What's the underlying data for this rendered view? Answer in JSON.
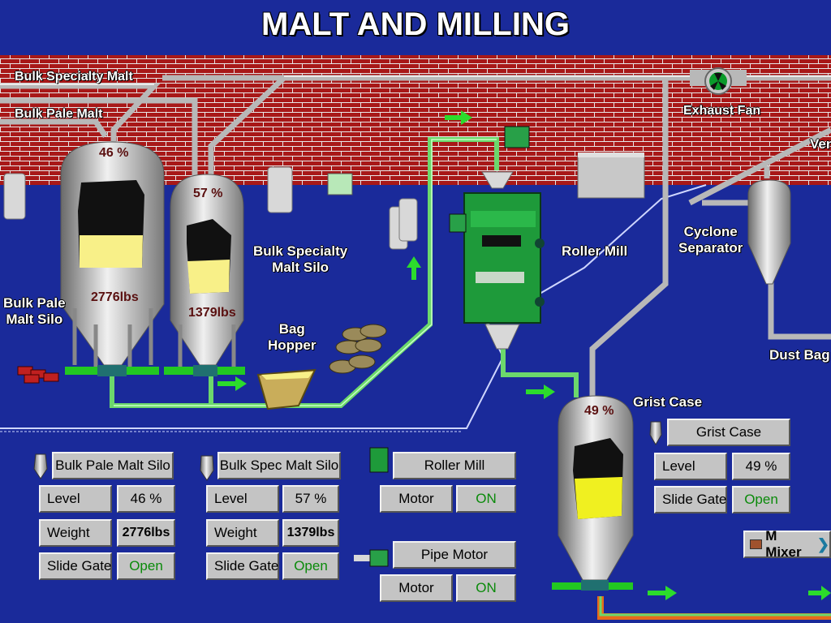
{
  "title": "MALT AND MILLING",
  "scene_labels": {
    "bulk_specialty_malt": "Bulk Specialty Malt",
    "bulk_pale_malt": "Bulk Pale Malt",
    "exhaust_fan": "Exhaust Fan",
    "vent": "Ven",
    "bulk_pale_silo_line1": "Bulk Pale",
    "bulk_pale_silo_line2": "Malt Silo",
    "bulk_spec_silo_line1": "Bulk Specialty",
    "bulk_spec_silo_line2": "Malt Silo",
    "bag_hopper_line1": "Bag",
    "bag_hopper_line2": "Hopper",
    "roller_mill": "Roller Mill",
    "cyclone_line1": "Cyclone",
    "cyclone_line2": "Separator",
    "dust_bag": "Dust Bag",
    "grist_case": "Grist Case"
  },
  "vessels": {
    "pale_silo": {
      "level_text": "46 %",
      "weight_text": "2776lbs",
      "level": 0.46
    },
    "spec_silo": {
      "level_text": "57 %",
      "weight_text": "1379lbs",
      "level": 0.57
    },
    "grist_case": {
      "level_text": "49 %",
      "level": 0.49
    }
  },
  "panels": {
    "pale": {
      "header": "Bulk Pale Malt Silo",
      "level_label": "Level",
      "level_value": "46 %",
      "weight_label": "Weight",
      "weight_value": "2776lbs",
      "gate_label": "Slide Gate",
      "gate_value": "Open"
    },
    "spec": {
      "header": "Bulk Spec Malt Silo",
      "level_label": "Level",
      "level_value": "57 %",
      "weight_label": "Weight",
      "weight_value": "1379lbs",
      "gate_label": "Slide Gate",
      "gate_value": "Open"
    },
    "roller": {
      "header": "Roller Mill",
      "motor_label": "Motor",
      "motor_value": "ON"
    },
    "pipe": {
      "header": "Pipe Motor",
      "motor_label": "Motor",
      "motor_value": "ON"
    },
    "grist": {
      "header": "Grist Case",
      "level_label": "Level",
      "level_value": "49 %",
      "gate_label": "Slide Gate",
      "gate_value": "Open"
    }
  },
  "nav": {
    "mixer_label": "M Mixer"
  },
  "colors": {
    "background": "#1a2a9a",
    "brick": "#a81818",
    "pipe_active": "#6cd86c",
    "status_on": "#0a8a0a",
    "grain": "#f8f088",
    "grist": "#f0f020"
  }
}
